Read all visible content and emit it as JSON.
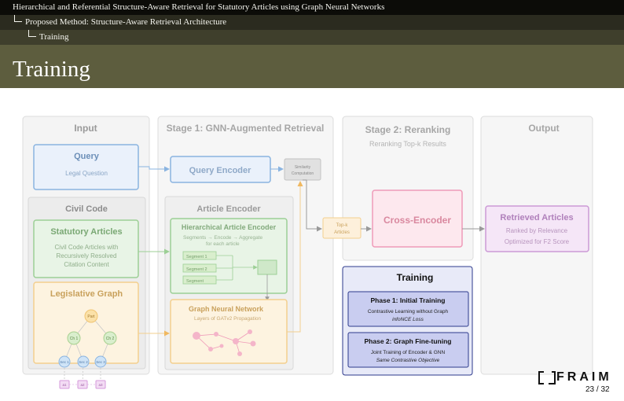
{
  "breadcrumb": {
    "level1": "Hierarchical and Referential Structure-Aware Retrieval for Statutory Articles using Graph Neural Networks",
    "level2": "Proposed Method: Structure-Aware Retrieval Architecture",
    "level3": "Training"
  },
  "slide_title": "Training",
  "diagram": {
    "input": {
      "title": "Input",
      "query_title": "Query",
      "query_sub": "Legal Question",
      "civil_code_title": "Civil Code",
      "statutory_title": "Statutory Articles",
      "statutory_line1": "Civil Code Articles with",
      "statutory_line2": "Recursively Resolved",
      "statutory_line3": "Citation Content",
      "legislative_title": "Legislative Graph",
      "graph_root": "Part",
      "graph_ch1": "Ch 1",
      "graph_ch2": "Ch 2",
      "graph_sec1": "Sec 1",
      "graph_sec2": "Sec 2",
      "graph_sec3": "Sec 3",
      "graph_a1": "a1",
      "graph_a2": "a2",
      "graph_a3": "a3"
    },
    "stage1": {
      "title": "Stage 1: GNN-Augmented Retrieval",
      "query_encoder": "Query Encoder",
      "similarity_line1": "Similarity",
      "similarity_line2": "Computation",
      "article_encoder": "Article Encoder",
      "hier_title": "Hierarchical Article Encoder",
      "hier_line1": "Segments → Encode → Aggregate",
      "hier_line2": "for each article",
      "segment1": "Segment 1",
      "segment2": "Segment 2",
      "segment3": "Segment",
      "gnn_title": "Graph Neural Network",
      "gnn_sub": "Layers of GATv2 Propagation"
    },
    "stage2": {
      "title": "Stage 2: Reranking",
      "subtitle": "Reranking Top-k Results",
      "topk_line1": "Top-k",
      "topk_line2": "Articles",
      "cross_encoder": "Cross-Encoder"
    },
    "output": {
      "title": "Output",
      "retrieved_title": "Retrieved Articles",
      "retrieved_line1": "Ranked by Relevance",
      "retrieved_line2": "Optimized for F2 Score"
    },
    "training": {
      "title": "Training",
      "phase1_title": "Phase 1: Initial Training",
      "phase1_line1": "Contrastive Learning without Graph",
      "phase1_line2": "infoNCE Loss",
      "phase2_title": "Phase 2: Graph Fine-tuning",
      "phase2_line1": "Joint Training of Encoder & GNN",
      "phase2_line2": "Same Contrastive Objective"
    }
  },
  "footer": {
    "logo_text": "FRAIM",
    "page_number": "23 / 32"
  },
  "colors": {
    "header_dark": "#0c0c08",
    "title_bar": "#5d5d3e",
    "query_blue": "#8ab4e0",
    "article_green": "#9ccf95",
    "graph_orange": "#f3cf8e",
    "cross_pink": "#ef9ab8",
    "output_purple": "#cc9ad6",
    "training_border": "#2d3a8c",
    "training_fill": "#c9cdf0"
  }
}
